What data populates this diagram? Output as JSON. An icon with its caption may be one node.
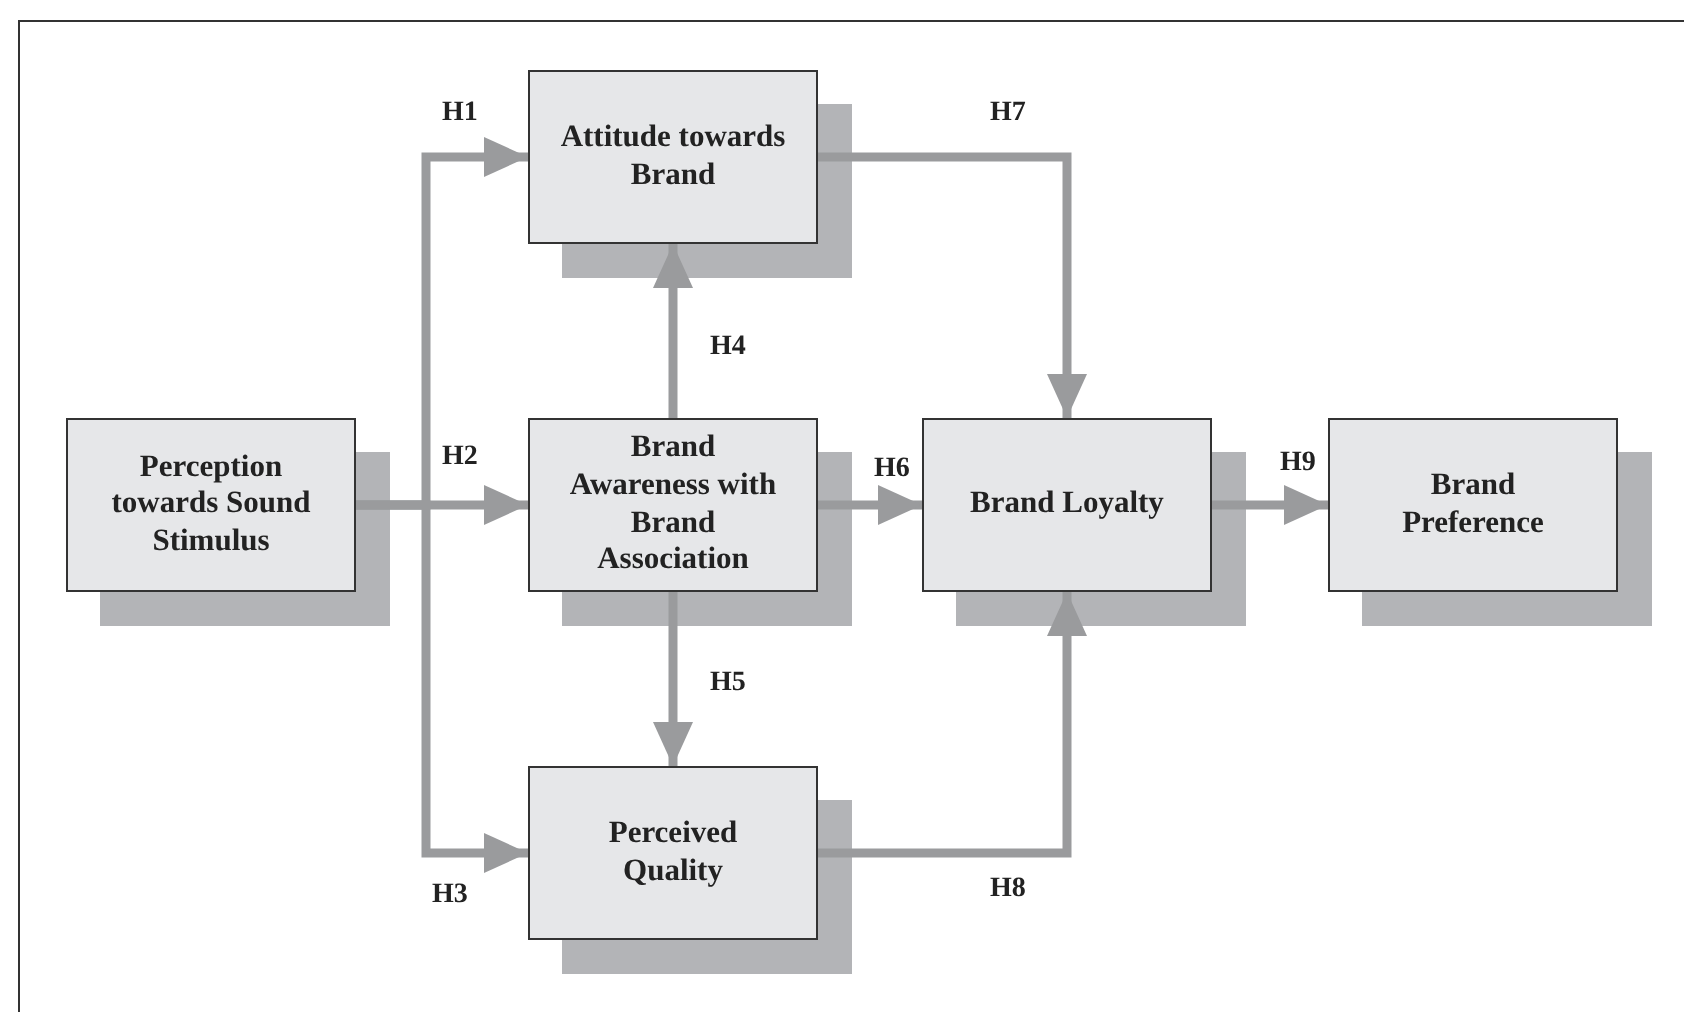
{
  "diagram": {
    "nodes": [
      {
        "text": [
          "Perception towards Sound Stimulus"
        ]
      },
      {
        "text": [
          "Attitude towards Brand"
        ]
      },
      {
        "text": [
          "Brand Awareness with Brand Association"
        ]
      },
      {
        "text": [
          "Perceived Quality"
        ]
      },
      {
        "text": [
          "Brand Loyalty"
        ]
      },
      {
        "text": [
          "Brand Preference"
        ]
      }
    ],
    "edges": [
      {
        "from": 0,
        "to": 1,
        "arrow": "to",
        "label": "H1"
      },
      {
        "from": 0,
        "to": 2,
        "arrow": "to",
        "label": "H2"
      },
      {
        "from": 0,
        "to": 3,
        "arrow": "to",
        "label": "H3"
      },
      {
        "from": 2,
        "to": 1,
        "arrow": "to",
        "label": "H4"
      },
      {
        "from": 2,
        "to": 3,
        "arrow": "to",
        "label": "H5"
      },
      {
        "from": 2,
        "to": 4,
        "arrow": "to",
        "label": "H6"
      },
      {
        "from": 1,
        "to": 4,
        "arrow": "to",
        "label": "H7"
      },
      {
        "from": 3,
        "to": 4,
        "arrow": "to",
        "label": "H8"
      },
      {
        "from": 4,
        "to": 5,
        "arrow": "to",
        "label": "H9"
      }
    ]
  }
}
